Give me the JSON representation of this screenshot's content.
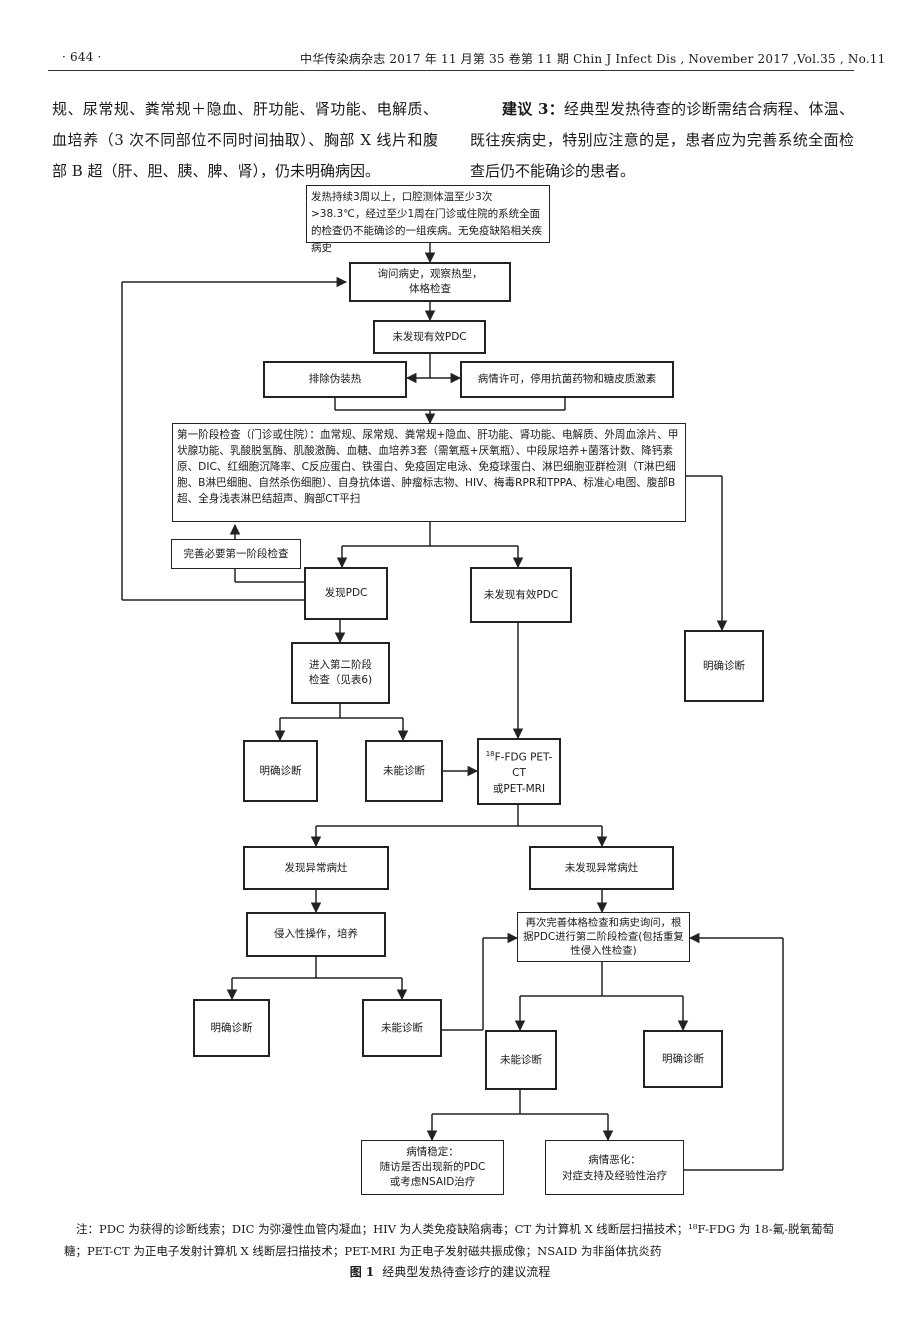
{
  "header": {
    "page_number": "· 644 ·",
    "journal": "中华传染病杂志 2017 年 11 月第 35 卷第 11 期   Chin J Infect Dis , November 2017 ,Vol.35 , No.11"
  },
  "body": {
    "left_paragraph": "规、尿常规、粪常规＋隐血、肝功能、肾功能、电解质、血培养（3 次不同部位不同时间抽取）、胸部 X 线片和腹部 B 超（肝、胆、胰、脾、肾），仍未明确病因。",
    "right_paragraph_lead": "建议 3：",
    "right_paragraph": "经典型发热待查的诊断需结合病程、体温、既往疾病史，特别应注意的是，患者应为完善系统全面检查后仍不能确诊的患者。"
  },
  "flowchart": {
    "n1": "发热持续3周以上，口腔测体温至少3次>38.3℃，经过至少1周在门诊或住院的系统全面的检查仍不能确诊的一组疾病。无免疫缺陷相关疾病史",
    "n2": "询问病史，观察热型，\n体格检查",
    "n3": "未发现有效PDC",
    "n4": "排除伪装热",
    "n5": "病情许可，停用抗菌药物和糖皮质激素",
    "n6": "第一阶段检查（门诊或住院）：血常规、尿常规、粪常规+隐血、肝功能、肾功能、电解质、外周血涂片、甲状腺功能、乳酸脱氢酶、肌酸激酶、血糖、血培养3套（需氧瓶+厌氧瓶）、中段尿培养+菌落计数、降钙素原、DIC、红细胞沉降率、C反应蛋白、铁蛋白、免疫固定电泳、免疫球蛋白、淋巴细胞亚群检测（T淋巴细胞、B淋巴细胞、自然杀伤细胞）、自身抗体谱、肿瘤标志物、HIV、梅毒RPR和TPPA、标准心电图、腹部B超、全身浅表淋巴结超声、胸部CT平扫",
    "n7": "完善必要第一阶段检查",
    "n8": "发现PDC",
    "n9": "未发现有效PDC",
    "n10": "明确诊断",
    "n11": "进入第二阶段\n检查（见表6)",
    "n12": "明确诊断",
    "n13": "未能诊断",
    "n14_sup": "18",
    "n14": "F-FDG PET-CT\n或PET-MRI",
    "n15": "发现异常病灶",
    "n16": "未发现异常病灶",
    "n17": "侵入性操作，培养",
    "n18": "再次完善体格检查和病史询问，根据PDC进行第二阶段检查(包括重复性侵入性检查)",
    "n19": "明确诊断",
    "n20": "未能诊断",
    "n21": "未能诊断",
    "n22": "明确诊断",
    "n23": "病情稳定：\n随访是否出现新的PDC\n或考虑NSAID治疗",
    "n24": "病情恶化：\n对症支持及经验性治疗"
  },
  "note": "注：PDC 为获得的诊断线索；DIC 为弥漫性血管内凝血；HIV 为人类免疫缺陷病毒；CT 为计算机 X 线断层扫描技术；¹⁸F-FDG 为 18-氟-脱氧葡萄糖；PET-CT 为正电子发射计算机 X 线断层扫描技术；PET-MRI 为正电子发射磁共振成像；NSAID 为非甾体抗炎药",
  "caption": {
    "label": "图 1",
    "text": "经典型发热待查诊疗的建议流程"
  }
}
